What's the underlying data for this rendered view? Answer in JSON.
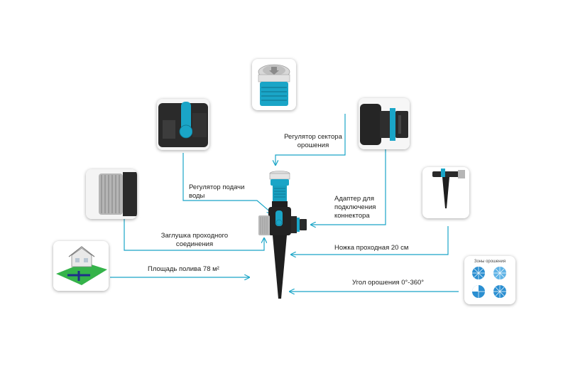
{
  "accent_color": "#1aa5c7",
  "labels": {
    "sector_regulator": "Регулятор сектора\nорошения",
    "water_regulator": "Регулятор подачи\nводы",
    "adapter": "Адаптер для\nподключения\nконнектора",
    "plug": "Заглушка проходного\nсоединения",
    "spike": "Ножка проходная 20 см",
    "area": "Площадь полива 78 м²",
    "angle": "Угол орошения 0°-360°"
  },
  "zones_title": "Зоны орошения"
}
